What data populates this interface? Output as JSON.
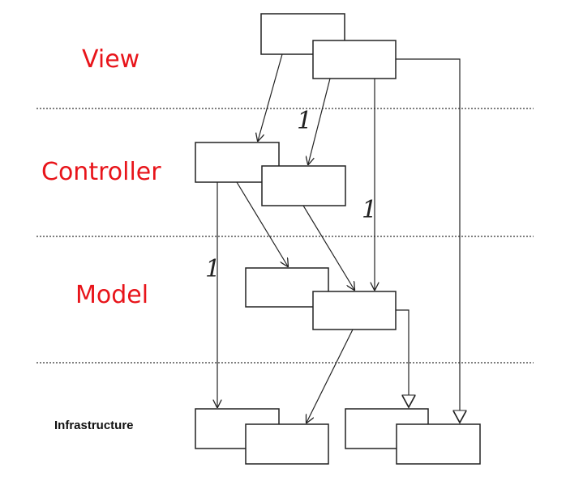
{
  "layers": {
    "view": "View",
    "controller": "Controller",
    "model": "Model",
    "infrastructure": "Infrastructure"
  },
  "multiplicities": {
    "view_to_controller": "1",
    "view_to_model": "1",
    "controller_to_infrastructure": "1"
  },
  "colors": {
    "layer_label": "#e8141a",
    "line": "#222222",
    "separator": "#555555"
  }
}
